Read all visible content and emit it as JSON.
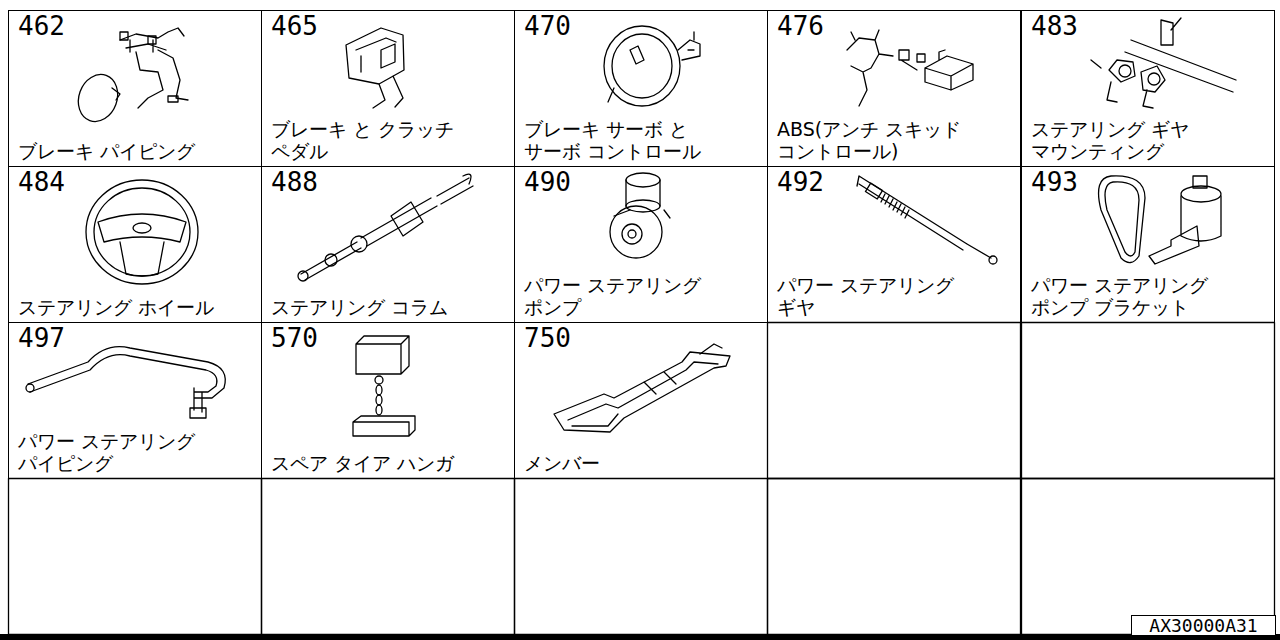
{
  "diagram": {
    "nodes": [
      {
        "text": [
          "462",
          "ブレーキ パイピング"
        ]
      },
      {
        "text": [
          "465",
          "ブレーキ と クラッチ ペダル"
        ]
      },
      {
        "text": [
          "470",
          "ブレーキ サーボ と サーボ コントロール"
        ]
      },
      {
        "text": [
          "476",
          "ABS(アンチ スキッド コントロール)"
        ]
      },
      {
        "text": [
          "483",
          "ステアリング ギヤ マウンティング"
        ]
      },
      {
        "text": [
          "484",
          "ステアリング ホイール"
        ]
      },
      {
        "text": [
          "488",
          "ステアリング コラム"
        ]
      },
      {
        "text": [
          "490",
          "パワー ステアリング ポンプ"
        ]
      },
      {
        "text": [
          "492",
          "パワー ステアリング ギヤ"
        ]
      },
      {
        "text": [
          "493",
          "パワー ステアリング ポンプ ブラケット"
        ]
      },
      {
        "text": [
          "497",
          "パワー ステアリング パイピング"
        ]
      },
      {
        "text": [
          "570",
          "スペア タイア ハンガ"
        ]
      },
      {
        "text": [
          "750",
          "メンバー"
        ]
      },
      {
        "text": [
          "AX30000A31"
        ]
      }
    ]
  }
}
